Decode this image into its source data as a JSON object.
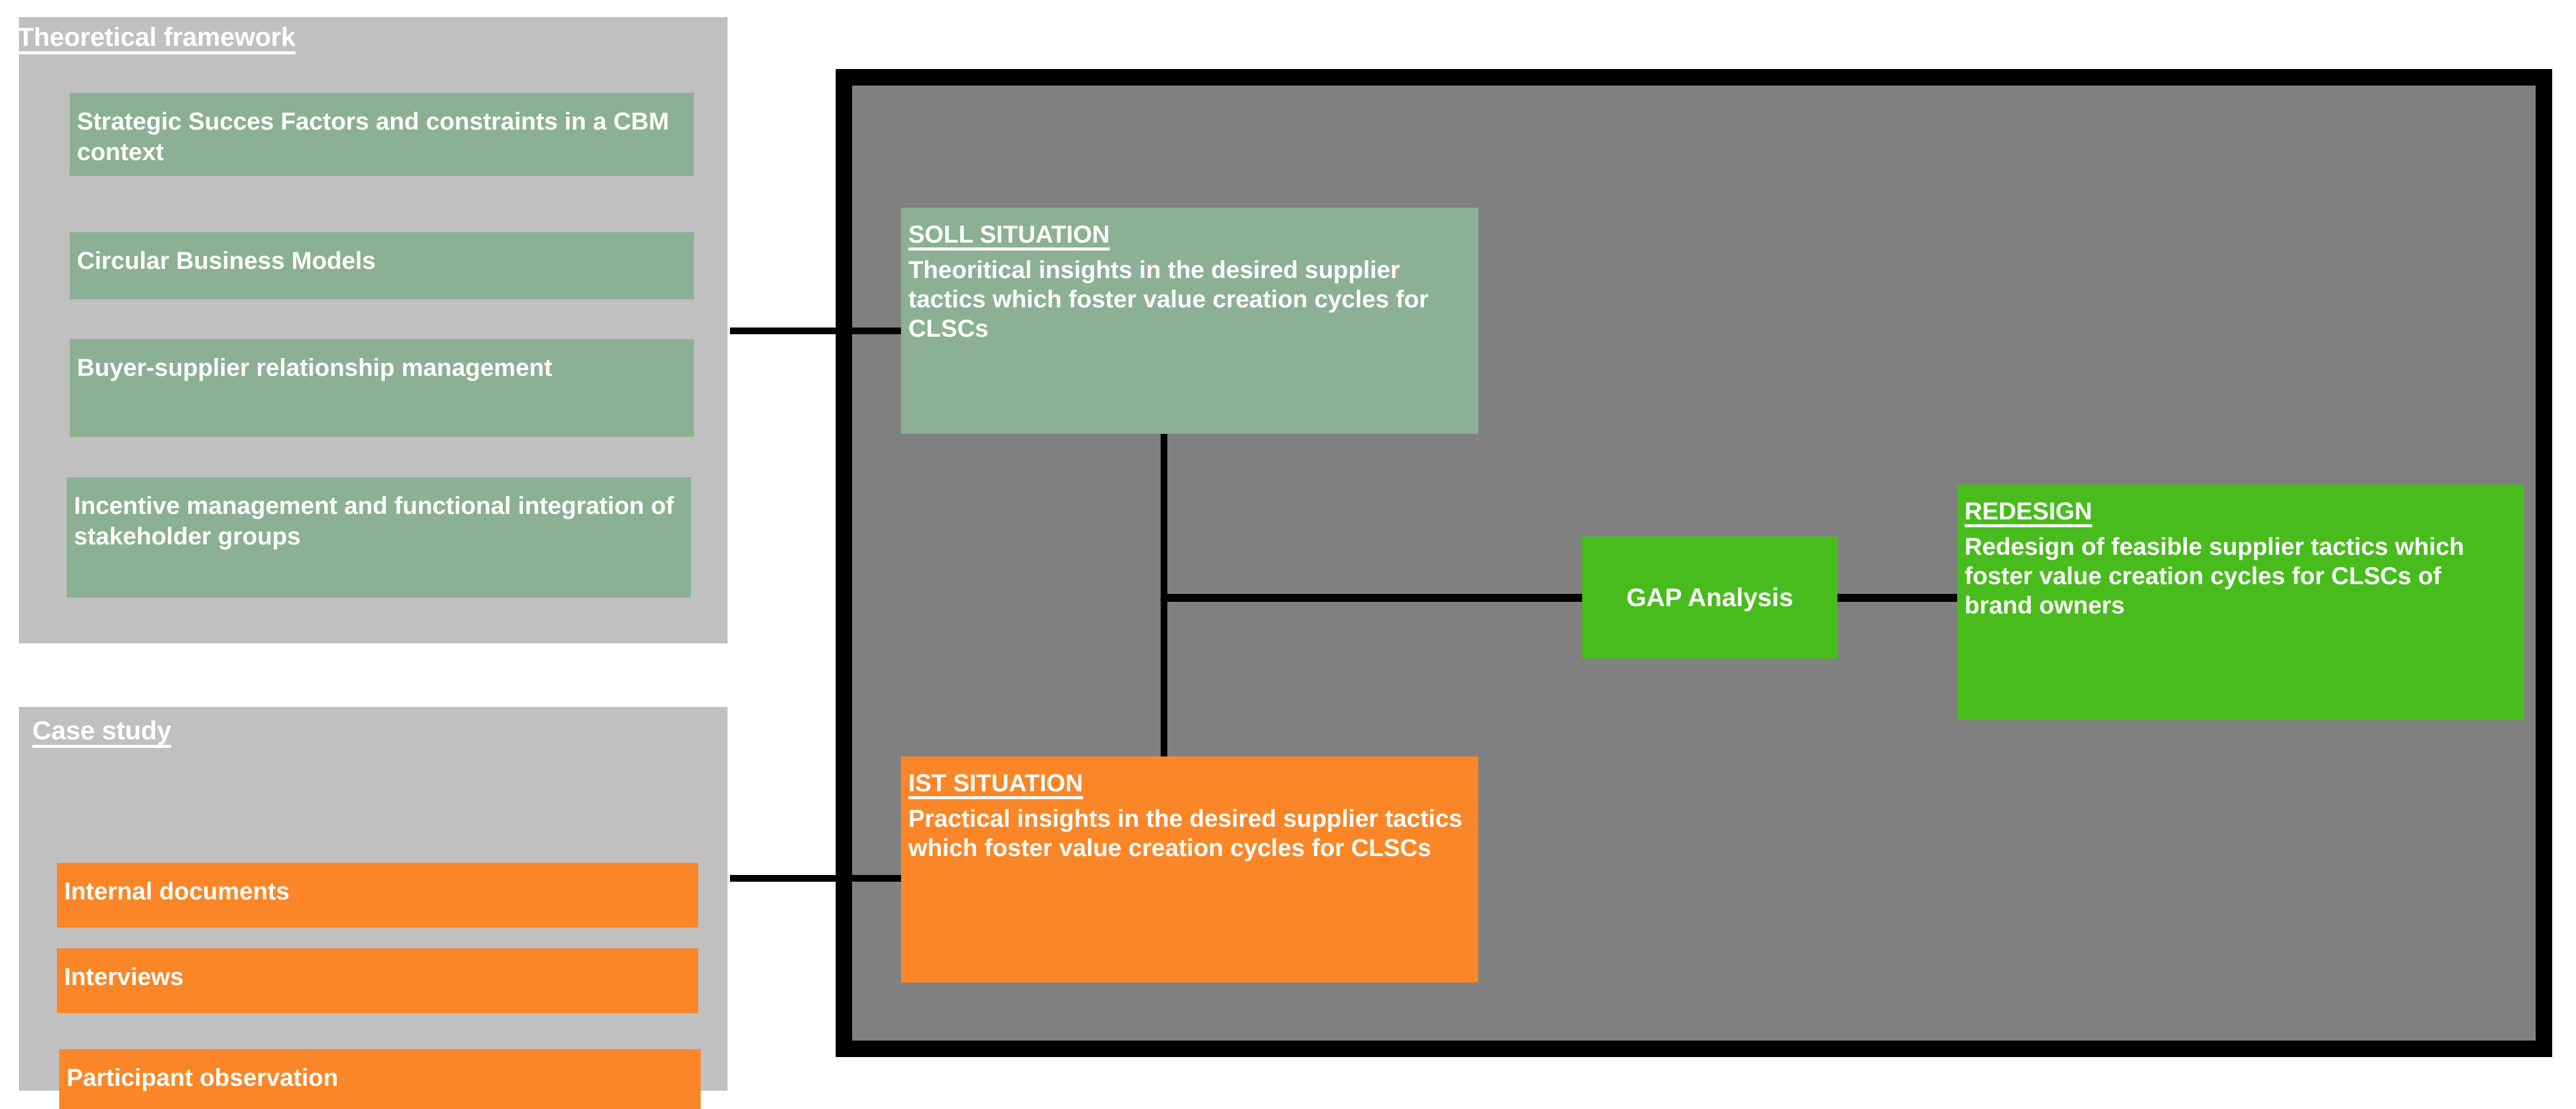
{
  "theoretical_framework": {
    "title": "Theoretical framework",
    "items": [
      {
        "label": "Strategic Succes Factors and constraints in a CBM context"
      },
      {
        "label": "Circular Business Models"
      },
      {
        "label": "Buyer-supplier relationship management"
      },
      {
        "label": "Incentive management and functional integration of stakeholder groups"
      }
    ]
  },
  "case_study": {
    "title": "Case study",
    "items": [
      {
        "label": "Internal documents"
      },
      {
        "label": "Interviews"
      },
      {
        "label": "Participant observation"
      }
    ]
  },
  "flow": {
    "soll": {
      "heading": "SOLL SITUATION",
      "body": "Theoritical insights in the desired supplier tactics which foster value creation cycles for CLSCs"
    },
    "ist": {
      "heading": "IST SITUATION",
      "body": "Practical insights in the desired supplier tactics which foster value creation cycles for CLSCs"
    },
    "gap": {
      "label": "GAP Analysis"
    },
    "redesign": {
      "heading": "REDESIGN",
      "body": "Redesign of feasible supplier tactics which foster value creation cycles for CLSCs of brand owners"
    }
  },
  "colors": {
    "panel_background": "#c0c0c0",
    "frame_background": "#808080",
    "frame_border": "#000000",
    "muted_green": "#8cb093",
    "orange": "#fb8627",
    "bright_green": "#48bc1c",
    "text": "#ffffff",
    "connector": "#000000"
  }
}
